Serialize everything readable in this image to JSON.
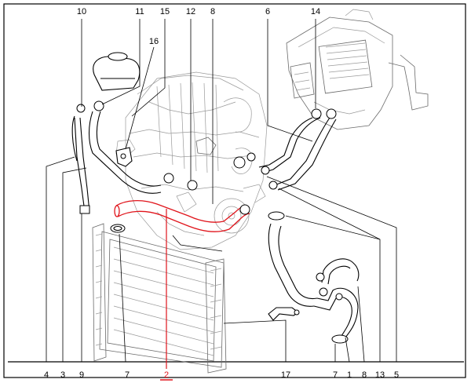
{
  "callouts_top": [
    {
      "id": "10",
      "label": "10"
    },
    {
      "id": "11",
      "label": "11"
    },
    {
      "id": "15",
      "label": "15"
    },
    {
      "id": "16",
      "label": "16"
    },
    {
      "id": "12",
      "label": "12"
    },
    {
      "id": "8a",
      "label": "8"
    },
    {
      "id": "6",
      "label": "6"
    },
    {
      "id": "14",
      "label": "14"
    }
  ],
  "callouts_bottom": [
    {
      "id": "4",
      "label": "4"
    },
    {
      "id": "3",
      "label": "3"
    },
    {
      "id": "9",
      "label": "9"
    },
    {
      "id": "7a",
      "label": "7"
    },
    {
      "id": "2",
      "label": "2",
      "highlight": true
    },
    {
      "id": "17",
      "label": "17"
    },
    {
      "id": "7b",
      "label": "7"
    },
    {
      "id": "1",
      "label": "1"
    },
    {
      "id": "8b",
      "label": "8"
    },
    {
      "id": "13",
      "label": "13"
    },
    {
      "id": "5",
      "label": "5"
    }
  ],
  "colors": {
    "highlight": "#e0141b",
    "line": "#000000",
    "sketch": "#9a9a9a"
  }
}
